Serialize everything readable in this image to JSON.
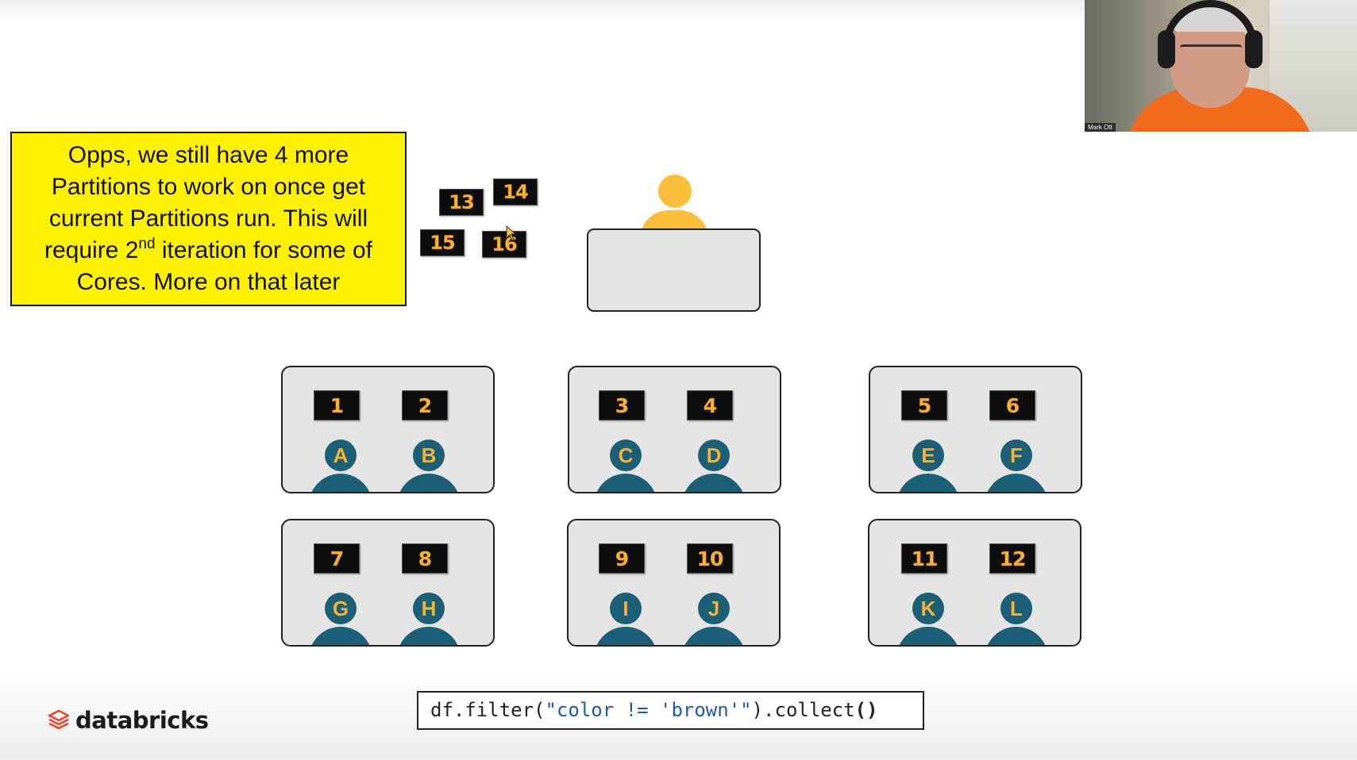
{
  "note": {
    "line1": "Opps, we still have 4 more",
    "line2": "Partitions to work on once get",
    "line3": "current Partitions run. This will",
    "line4_pre": "require 2",
    "line4_sup": "nd",
    "line4_post": " iteration for some of",
    "line5": "Cores. More on that later"
  },
  "pending_partitions": [
    "13",
    "14",
    "15",
    "16"
  ],
  "nodes": [
    {
      "cores": [
        {
          "partition": "1",
          "label": "A"
        },
        {
          "partition": "2",
          "label": "B"
        }
      ]
    },
    {
      "cores": [
        {
          "partition": "3",
          "label": "C"
        },
        {
          "partition": "4",
          "label": "D"
        }
      ]
    },
    {
      "cores": [
        {
          "partition": "5",
          "label": "E"
        },
        {
          "partition": "6",
          "label": "F"
        }
      ]
    },
    {
      "cores": [
        {
          "partition": "7",
          "label": "G"
        },
        {
          "partition": "8",
          "label": "H"
        }
      ]
    },
    {
      "cores": [
        {
          "partition": "9",
          "label": "I"
        },
        {
          "partition": "10",
          "label": "J"
        }
      ]
    },
    {
      "cores": [
        {
          "partition": "11",
          "label": "K"
        },
        {
          "partition": "12",
          "label": "L"
        }
      ]
    }
  ],
  "code": {
    "prefix": "df.filter(",
    "string": "\"color != 'brown'\"",
    "middle": ").collect",
    "parens": "()"
  },
  "logo": {
    "text": "databricks"
  },
  "video": {
    "name": "Mark Ott"
  },
  "colors": {
    "note_bg": "#fff200",
    "driver": "#fbbf3c",
    "core": "#1c5f77",
    "partition_text": "#f5b335"
  }
}
